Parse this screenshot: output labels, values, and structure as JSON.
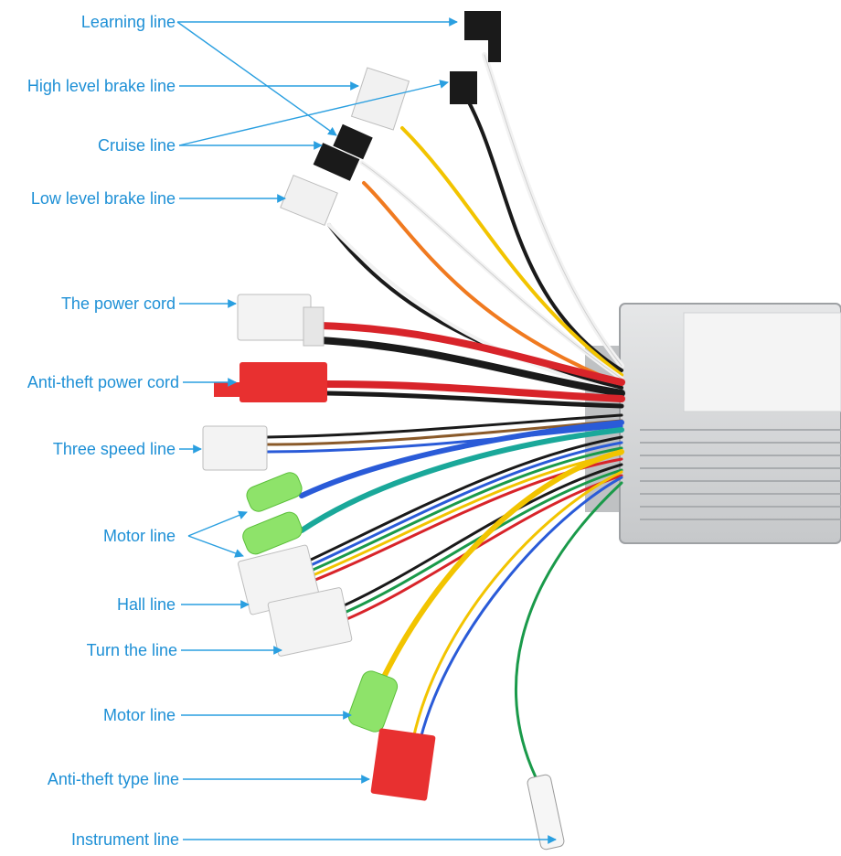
{
  "labels": {
    "learning": "Learning line",
    "high_brake": "High level brake line",
    "cruise": "Cruise line",
    "low_brake": "Low level brake line",
    "power": "The power cord",
    "anti_theft_power": "Anti-theft power cord",
    "three_speed": "Three speed line",
    "motor_a": "Motor line",
    "hall": "Hall line",
    "turn": "Turn the line",
    "motor_b": "Motor line",
    "anti_theft_type": "Anti-theft type line",
    "instrument": "Instrument line"
  },
  "colors": {
    "label_text": "#1e90d6",
    "leader_line": "#2a9fe0",
    "controller_body": "#d4d6d8",
    "wire_red": "#d8242a",
    "wire_black": "#1a1a1a",
    "wire_yellow": "#f2c400",
    "wire_green": "#1a9a4a",
    "wire_blue": "#2a5bd8",
    "wire_white": "#f2f2f2",
    "wire_orange": "#f07a20",
    "wire_teal": "#1aa89a",
    "connector_green": "#8ee36a",
    "connector_red": "#e83030"
  }
}
